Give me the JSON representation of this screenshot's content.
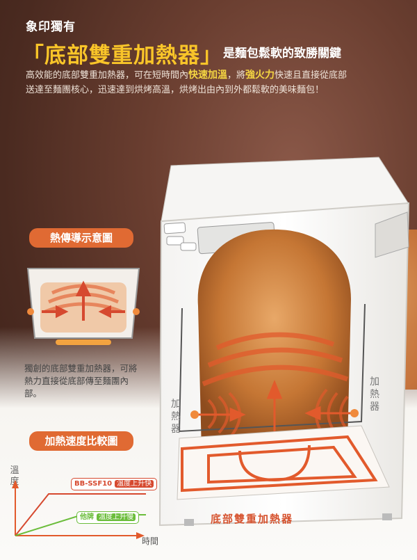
{
  "header": {
    "kicker": "象印獨有",
    "headline": "「底部雙重加熱器」",
    "subhead": "是麵包鬆軟的致勝關鍵",
    "intro": {
      "p1": "高效能的底部雙重加熱器，可在短時間內",
      "hl1": "快速加溫",
      "p2": "，將",
      "hl2": "強火力",
      "p3": "快速且直接從底部送達至麵團核心，迅速達到烘烤高溫，烘烤出由內到外都鬆軟的美味麵包！"
    }
  },
  "diagram": {
    "title": "熱傳導示意圖",
    "note": "獨創的底部雙重加熱器，可將熱力直接從底部傳至麵團內部。"
  },
  "speed": {
    "title": "加熱速度比較圖",
    "y_label": "溫度",
    "x_label": "時間",
    "model_label": "BB-SSF10",
    "model_desc": "溫度上升快",
    "other_label": "他牌",
    "other_desc": "溫度上升慢"
  },
  "machine": {
    "heater_left": "加熱器",
    "heater_right": "加熱器",
    "bottom_label": "底部雙重加熱器"
  },
  "colors": {
    "accent": "#f9c529",
    "heat": "#e25a2c",
    "fast_line": "#d6492f",
    "slow_line": "#6bbd3b"
  }
}
